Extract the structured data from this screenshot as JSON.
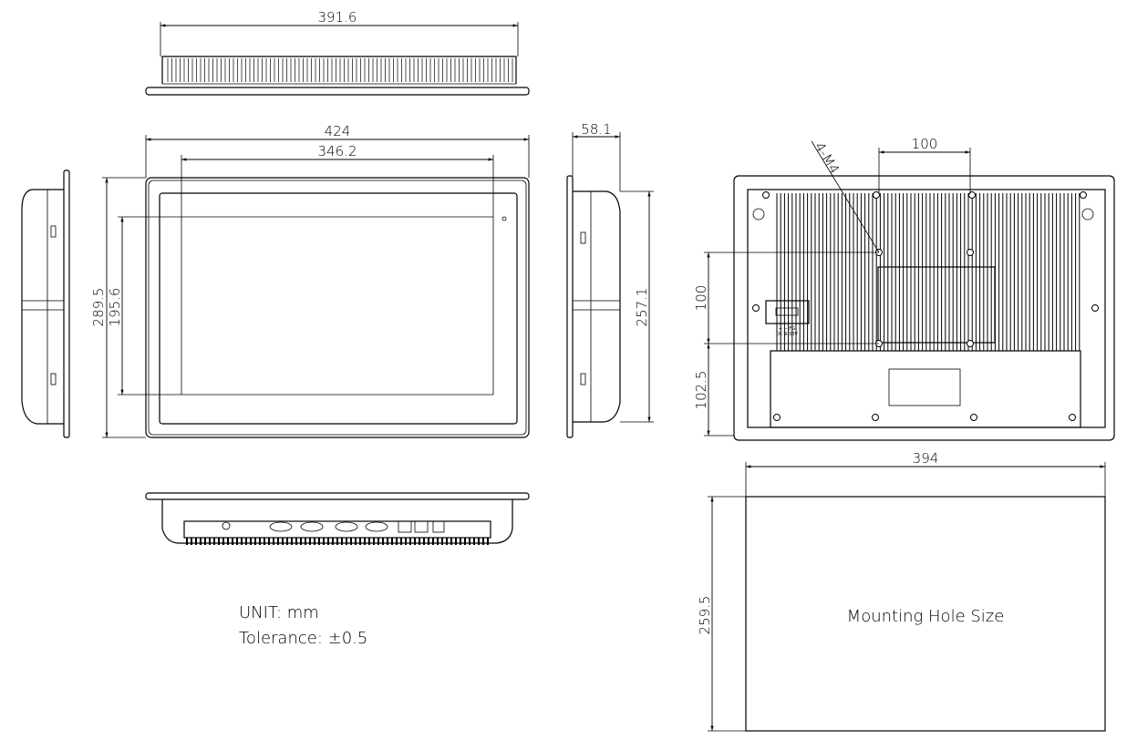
{
  "dimensions": {
    "top_width": "391.6",
    "front_width": "424",
    "screen_width": "346.2",
    "front_height": "289.5",
    "screen_height": "195.6",
    "depth": "58.1",
    "side_height": "257.1",
    "vesa_horizontal": "100",
    "vesa_vertical": "100",
    "vesa_bottom_offset": "102.5",
    "screw_label": "4-M4",
    "cutout_width": "394",
    "cutout_height": "259.5"
  },
  "labels": {
    "mounting_hole": "Mounting Hole Size",
    "unit": "UNIT: mm",
    "tolerance": "Tolerance: ±0.5",
    "power_terminal": "+ − FG",
    "power_rating": "DC 9-36V"
  },
  "colors": {
    "line": "#000000",
    "background": "#ffffff"
  }
}
